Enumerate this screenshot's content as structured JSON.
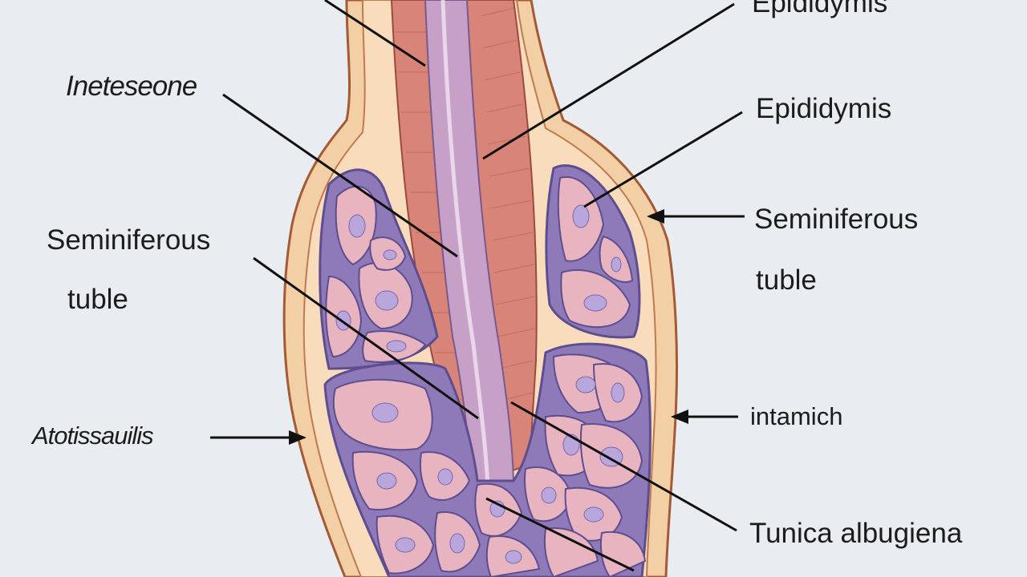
{
  "labels": {
    "top_right": "Epididymis",
    "testosterone": "Ineteseone",
    "epididymis": "Epididymis",
    "seminiferous_left_1": "Seminiferous",
    "seminiferous_left_2": "tuble",
    "seminiferous_right_1": "Seminiferous",
    "seminiferous_right_2": "tuble",
    "atotissauilis": "Atotissauilis",
    "intamich": "intamich",
    "tunica_albugiena": "Tunica albugiena"
  },
  "colors": {
    "background": "#e9edf1",
    "outer_capsule": "#f3cfa6",
    "capsule_outline": "#a35a35",
    "tubule_fill": "#e8b4c0",
    "tubule_outline": "#5e4d8f",
    "nucleus": "#b9a6dc",
    "muscle": "#d98478",
    "duct": "#c7a0c8",
    "leader_line": "#111111"
  }
}
